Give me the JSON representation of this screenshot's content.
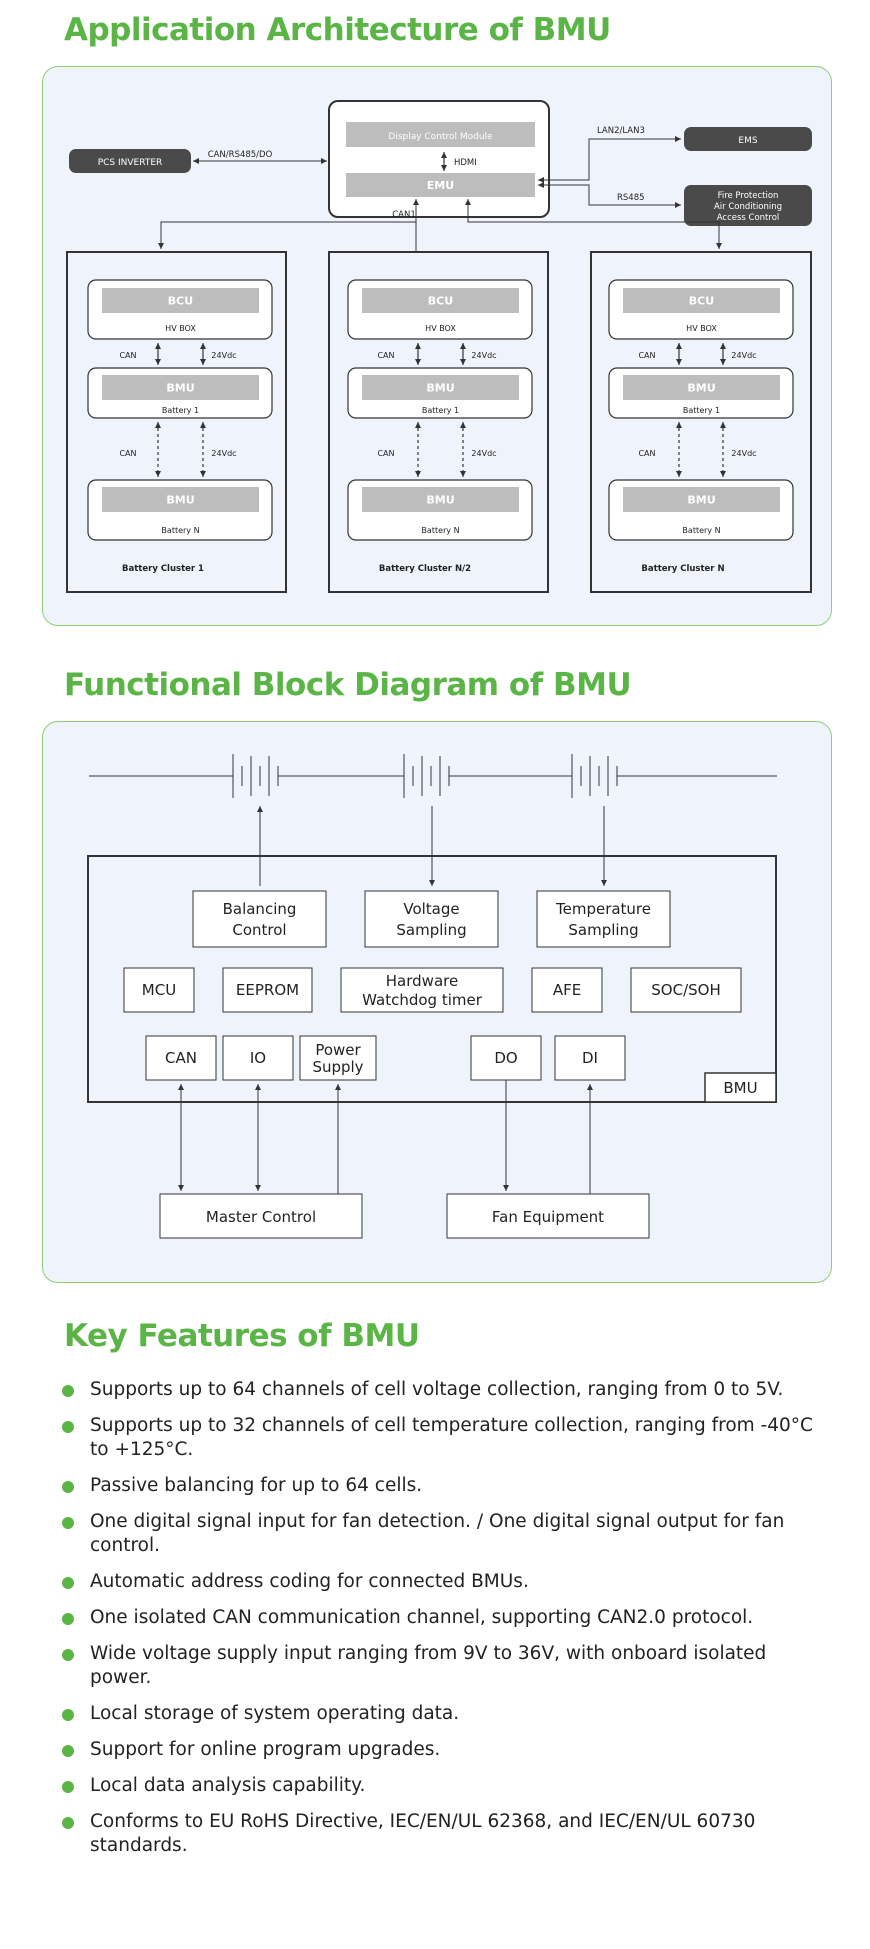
{
  "headings": {
    "architecture": "Application Architecture of BMU",
    "functional": "Functional Block Diagram of BMU",
    "features": "Key Features of BMU"
  },
  "architecture": {
    "pcs_inverter": "PCS INVERTER",
    "pcs_link": "CAN/RS485/DO",
    "display_module": "Display Control Module",
    "hdmi": "HDMI",
    "emu": "EMU",
    "ems": "EMS",
    "ems_link": "LAN2/LAN3",
    "fire_lines": [
      "Fire Protection",
      "Air Conditioning",
      "Access Control"
    ],
    "fire_link": "RS485",
    "can1": "CAN1",
    "clusters": [
      {
        "bcu": "BCU",
        "hv_box": "HV BOX",
        "can_a": "CAN",
        "v_a": "24Vdc",
        "bmu1": "BMU",
        "battery1": "Battery 1",
        "can_b": "CAN",
        "v_b": "24Vdc",
        "bmun": "BMU",
        "batteryn": "Battery N",
        "name": "Battery Cluster 1"
      },
      {
        "bcu": "BCU",
        "hv_box": "HV BOX",
        "can_a": "CAN",
        "v_a": "24Vdc",
        "bmu1": "BMU",
        "battery1": "Battery 1",
        "can_b": "CAN",
        "v_b": "24Vdc",
        "bmun": "BMU",
        "batteryn": "Battery N",
        "name": "Battery Cluster N/2"
      },
      {
        "bcu": "BCU",
        "hv_box": "HV BOX",
        "can_a": "CAN",
        "v_a": "24Vdc",
        "bmu1": "BMU",
        "battery1": "Battery 1",
        "can_b": "CAN",
        "v_b": "24Vdc",
        "bmun": "BMU",
        "batteryn": "Battery N",
        "name": "Battery Cluster N"
      }
    ]
  },
  "functional": {
    "balancing": [
      "Balancing",
      "Control"
    ],
    "voltage": [
      "Voltage",
      "Sampling"
    ],
    "temperature": [
      "Temperature",
      "Sampling"
    ],
    "mcu": "MCU",
    "eeprom": "EEPROM",
    "watchdog": [
      "Hardware",
      "Watchdog timer"
    ],
    "afe": "AFE",
    "soc": "SOC/SOH",
    "can": "CAN",
    "io": "IO",
    "power": [
      "Power",
      "Supply"
    ],
    "do": "DO",
    "di": "DI",
    "bmu": "BMU",
    "master": "Master Control",
    "fan": "Fan Equipment"
  },
  "features": [
    "Supports up to 64 channels of cell voltage collection, ranging from 0 to 5V.",
    "Supports up to 32 channels of cell temperature collection, ranging from -40°C to +125°C.",
    "Passive balancing for up to 64 cells.",
    "One digital signal input for fan detection. / One digital signal output for fan control.",
    "Automatic address coding for connected BMUs.",
    "One isolated CAN communication channel, supporting CAN2.0 protocol.",
    "Wide voltage supply input ranging from 9V to 36V, with onboard isolated power.",
    "Local storage of system operating data.",
    "Support for online program upgrades.",
    "Local data analysis capability.",
    "Conforms to EU RoHS Directive, IEC/EN/UL 62368, and IEC/EN/UL 60730 standards."
  ],
  "colors": {
    "accent": "#5ab546",
    "panel": "#eff4fc",
    "module": "#bdbdbd",
    "dark": "#4a4a4a"
  }
}
